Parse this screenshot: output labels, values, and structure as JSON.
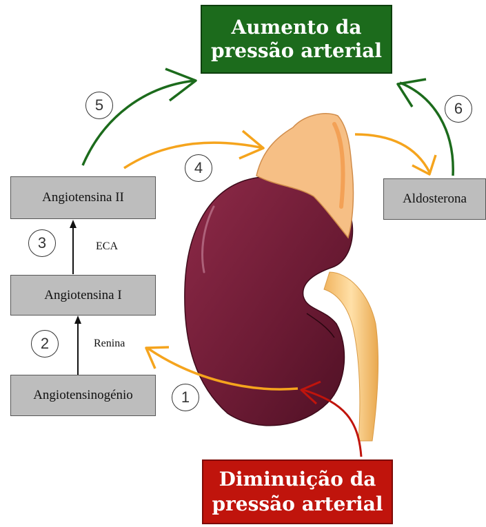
{
  "titles": {
    "increase": "Aumento da pressão arterial",
    "decrease": "Diminuição da pressão arterial"
  },
  "boxes": {
    "angiotensinogen": "Angiotensinogénio",
    "angiotensin1": "Angiotensina I",
    "angiotensin2": "Angiotensina II",
    "aldosterone": "Aldosterona"
  },
  "enzymes": {
    "renin": "Renina",
    "ace": "ECA"
  },
  "steps": [
    "1",
    "2",
    "3",
    "4",
    "5",
    "6"
  ],
  "colors": {
    "green": "#1c6b1c",
    "red": "#c0140c",
    "orange": "#f5a41d",
    "kidney": "#6e1c34",
    "adrenal": "#f6bf85",
    "box": "#bdbdbd"
  }
}
